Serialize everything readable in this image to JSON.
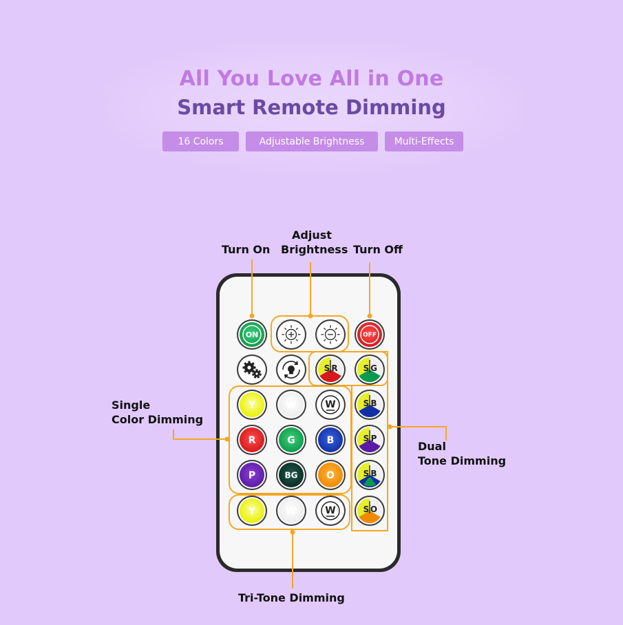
{
  "headline": {
    "line1": "All You Love All in One",
    "line2": "Smart Remote Dimming"
  },
  "tags": [
    "16 Colors",
    "Adjustable Brightness",
    "Multi-Effects"
  ],
  "colors": {
    "background": "#e2c9fb",
    "title_primary": "#c07ae0",
    "title_secondary": "#6b4aa2",
    "tag_bg": "#c58ce8",
    "callout": "#f5a623"
  },
  "callouts": {
    "turn_on": "Turn On",
    "adjust_brightness_1": "Adjust",
    "adjust_brightness_2": "Brightness",
    "turn_off": "Turn Off",
    "single_color_1": "Single",
    "single_color_2": "Color Dimming",
    "dual_tone_1": "Dual",
    "dual_tone_2": "Tone Dimming",
    "tri_tone": "Tri-Tone Dimming"
  },
  "buttons": {
    "on": "ON",
    "off": "OFF",
    "brightness_up": "brightness-up-icon",
    "brightness_down": "brightness-down-icon",
    "settings": "gears-icon",
    "mode_cycle": "cycle-bulb-icon",
    "singles": [
      "Y",
      "W",
      "W",
      "R",
      "G",
      "B",
      "P",
      "BG",
      "O"
    ],
    "dual": [
      "S|R",
      "S|G",
      "S|B",
      "S|P",
      "S|B/G",
      "S|O"
    ],
    "tri": [
      "Y",
      "W",
      "W"
    ]
  }
}
